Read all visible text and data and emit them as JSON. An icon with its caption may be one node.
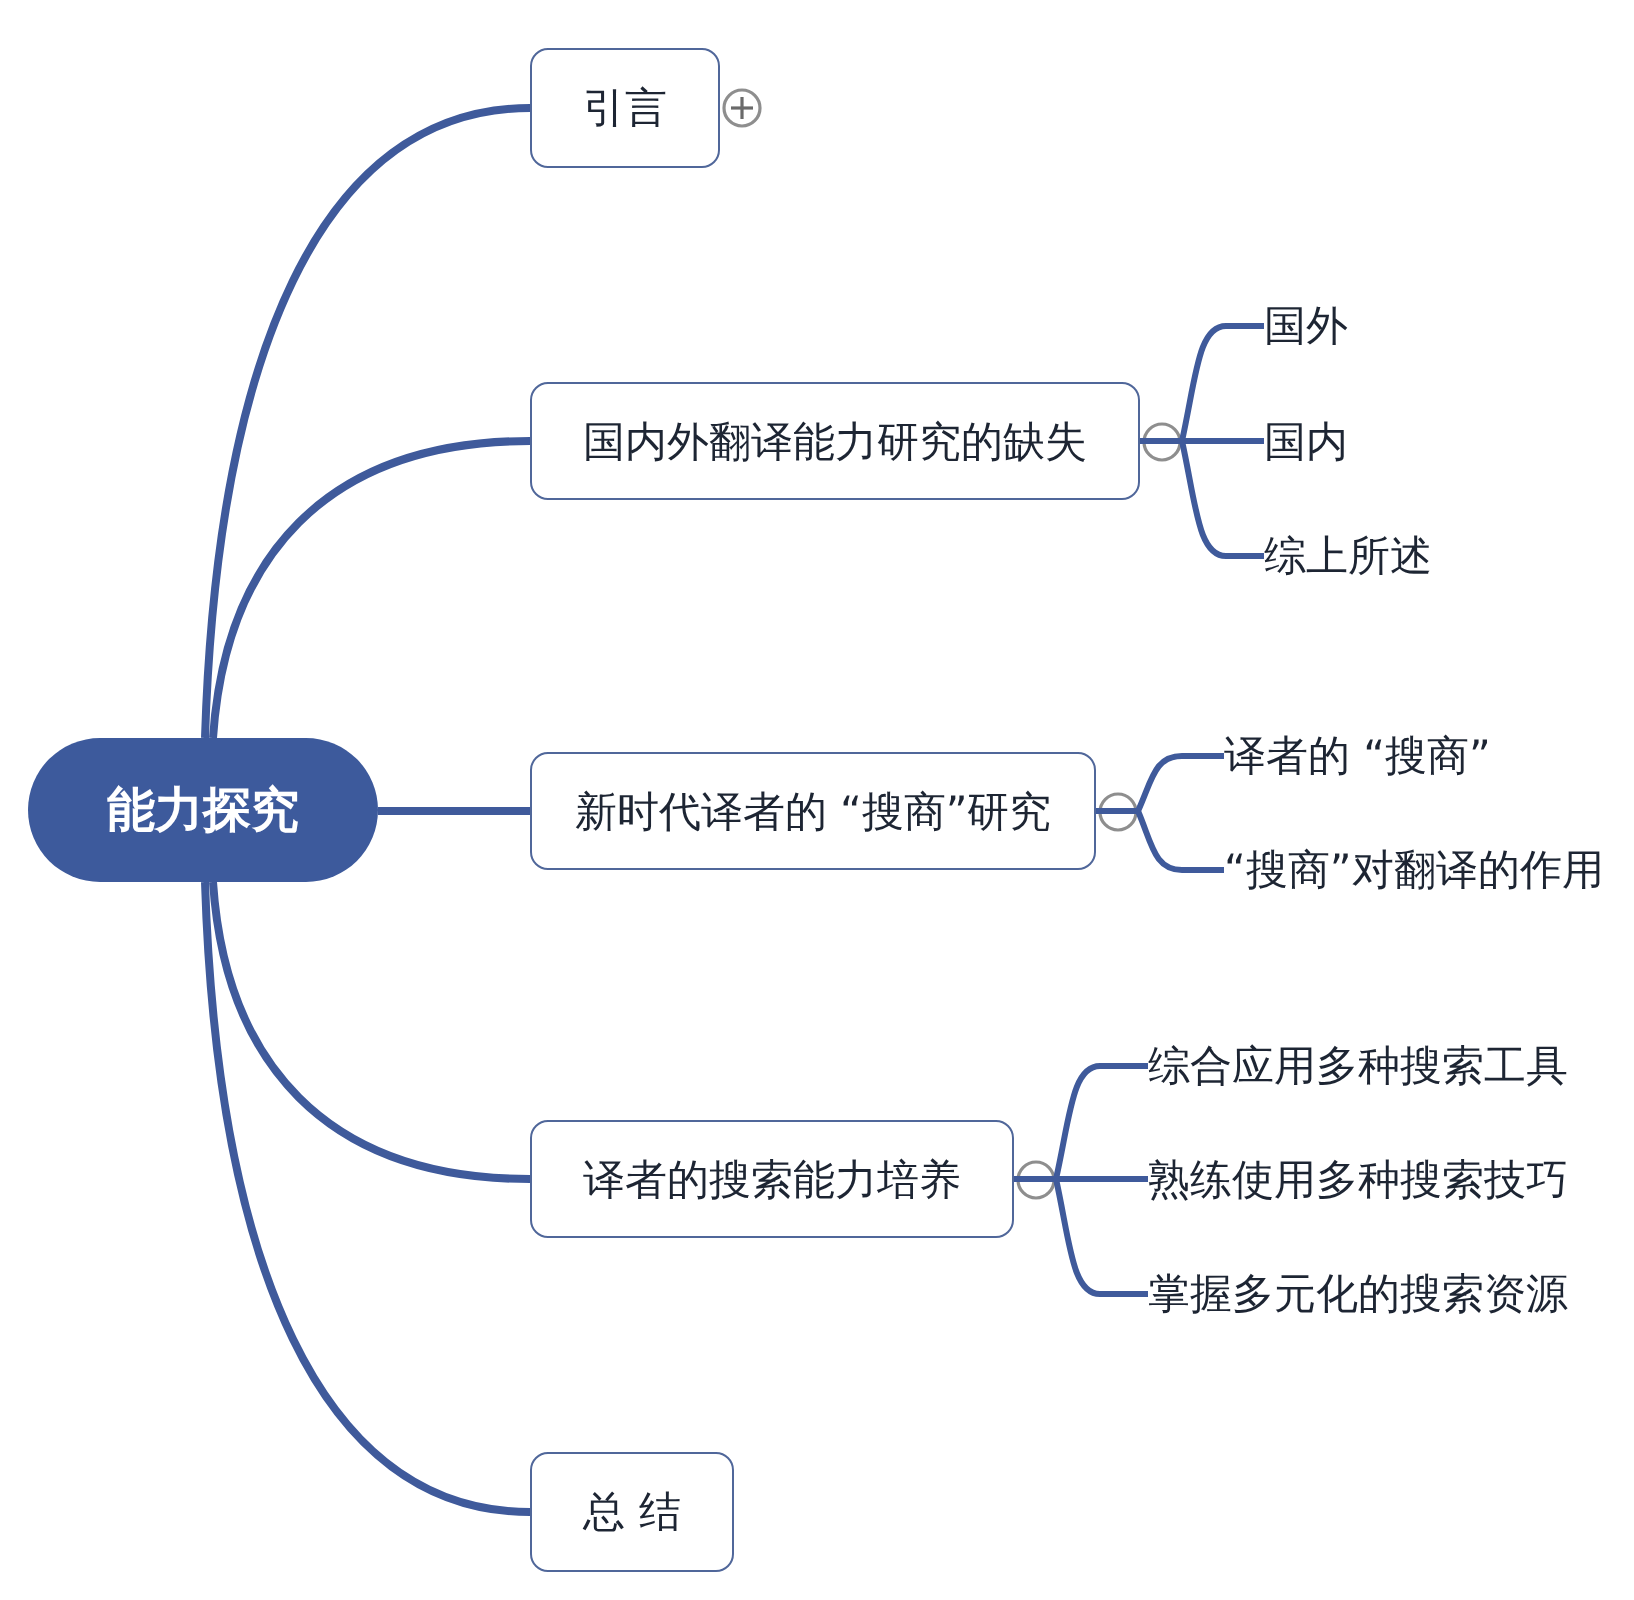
{
  "diagram": {
    "nodes": [
      {
        "text": [
          "能力探究"
        ]
      },
      {
        "text": [
          "引言"
        ]
      },
      {
        "text": [
          "国内外翻译能力研究的缺失"
        ]
      },
      {
        "text": [
          "国外"
        ]
      },
      {
        "text": [
          "国内"
        ]
      },
      {
        "text": [
          "综上所述"
        ]
      },
      {
        "text": [
          "新时代译者的 “搜商”研究"
        ]
      },
      {
        "text": [
          "译者的 “搜商”"
        ]
      },
      {
        "text": [
          "“搜商”对翻译的作用"
        ]
      },
      {
        "text": [
          "译者的搜索能力培养"
        ]
      },
      {
        "text": [
          "综合应用多种搜索工具"
        ]
      },
      {
        "text": [
          "熟练使用多种搜索技巧"
        ]
      },
      {
        "text": [
          "掌握多元化的搜索资源"
        ]
      },
      {
        "text": [
          "总 结"
        ]
      }
    ],
    "edges": [
      {
        "from": 0,
        "to": 1,
        "arrow": "none"
      },
      {
        "from": 0,
        "to": 2,
        "arrow": "none"
      },
      {
        "from": 0,
        "to": 6,
        "arrow": "none"
      },
      {
        "from": 0,
        "to": 9,
        "arrow": "none"
      },
      {
        "from": 0,
        "to": 13,
        "arrow": "none"
      },
      {
        "from": 2,
        "to": 3,
        "arrow": "none"
      },
      {
        "from": 2,
        "to": 4,
        "arrow": "none"
      },
      {
        "from": 2,
        "to": 5,
        "arrow": "none"
      },
      {
        "from": 6,
        "to": 7,
        "arrow": "none"
      },
      {
        "from": 6,
        "to": 8,
        "arrow": "none"
      },
      {
        "from": 9,
        "to": 10,
        "arrow": "none"
      },
      {
        "from": 9,
        "to": 11,
        "arrow": "none"
      },
      {
        "from": 9,
        "to": 12,
        "arrow": "none"
      }
    ]
  }
}
